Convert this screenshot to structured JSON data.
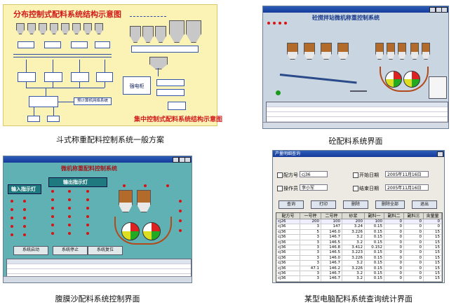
{
  "captions": {
    "p1": "斗式称重配料控制系统一般方案",
    "p2": "砼配料系统界面",
    "p3": "腹膜沙配料系统控制界面",
    "p4": "某型电脑配料系统查询统计界面"
  },
  "p1": {
    "title": "分布控制式配料系统结构示意图",
    "subtitle": "集中控制式配料系统结构示意图",
    "label_network": "预计算机网络系统",
    "label_cabinet": "强电柜"
  },
  "p2": {
    "app_title": "砼搅拌站微机称重控制系统"
  },
  "p3": {
    "app_title": "微机称重配料控制系统",
    "input_label": "输入指示灯",
    "output_label": "输出指示灯",
    "btn_start": "系统启动",
    "btn_stop": "系统停止",
    "btn_reset": "系统复位"
  },
  "p4": {
    "title": "产量明细查询",
    "filters": {
      "formula_label": "配方号",
      "formula_value": "cj36",
      "operator_label": "操作员",
      "operator_value": "李小军",
      "start_label": "开始日期",
      "start_value": "2005年11月16日",
      "end_label": "结束日期",
      "end_value": "2005年11月16日"
    },
    "buttons": [
      "查询",
      "打印",
      "删除",
      "删除全部",
      "退出"
    ],
    "columns": [
      "配方号",
      "一号秤",
      "二号秤",
      "砂浆",
      "副料一",
      "副料二",
      "副料三",
      "含量量"
    ],
    "rows": [
      [
        "cj26",
        "200",
        "100",
        "200",
        "100",
        "0",
        "0",
        "0"
      ],
      [
        "cj36",
        "3",
        "147",
        "3.24",
        "0.15",
        "0",
        "0",
        "0"
      ],
      [
        "cj36",
        "5",
        "146.0",
        "3.226",
        "0.15",
        "0",
        "0",
        "15"
      ],
      [
        "cj36",
        "3",
        "146.7",
        "3.2",
        "0.15",
        "0",
        "0",
        "15"
      ],
      [
        "cj36",
        "3",
        "146.5",
        "3.2",
        "0.15",
        "0",
        "0",
        "15"
      ],
      [
        "cj36",
        "3",
        "146.8",
        "3.412",
        "0.152",
        "0",
        "0",
        "15"
      ],
      [
        "cj36",
        "3",
        "146.5",
        "3.223",
        "0.15",
        "0",
        "0",
        "15"
      ],
      [
        "cj36",
        "3",
        "146.0",
        "3.226",
        "0.15",
        "0",
        "0",
        "15"
      ],
      [
        "cj36",
        "3",
        "146.7",
        "3.2",
        "0.15",
        "0",
        "0",
        "15"
      ],
      [
        "cj36",
        "47.1",
        "146.2",
        "3.226",
        "0.15",
        "0",
        "0",
        "15"
      ],
      [
        "cj36",
        "3",
        "146.7",
        "3.2",
        "0.15",
        "0",
        "0",
        "15"
      ],
      [
        "cj36",
        "3",
        "146.7",
        "3.2",
        "0.15",
        "0",
        "0",
        "15"
      ]
    ]
  }
}
